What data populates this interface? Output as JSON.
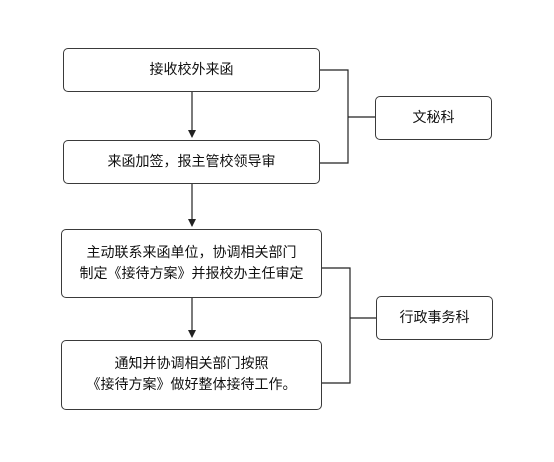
{
  "diagram": {
    "steps": [
      {
        "id": "step-1",
        "lines": [
          "接收校外来函"
        ]
      },
      {
        "id": "step-2",
        "lines": [
          "来函加签，报主管校领导审"
        ]
      },
      {
        "id": "step-3",
        "lines": [
          "主动联系来函单位，协调相关部门",
          "制定《接待方案》并报校办主任审定"
        ]
      },
      {
        "id": "step-4",
        "lines": [
          "通知并协调相关部门按照",
          "《接待方案》做好整体接待工作。"
        ]
      }
    ],
    "offices": [
      {
        "id": "office-1",
        "label": "文秘科"
      },
      {
        "id": "office-2",
        "label": "行政事务科"
      }
    ]
  }
}
